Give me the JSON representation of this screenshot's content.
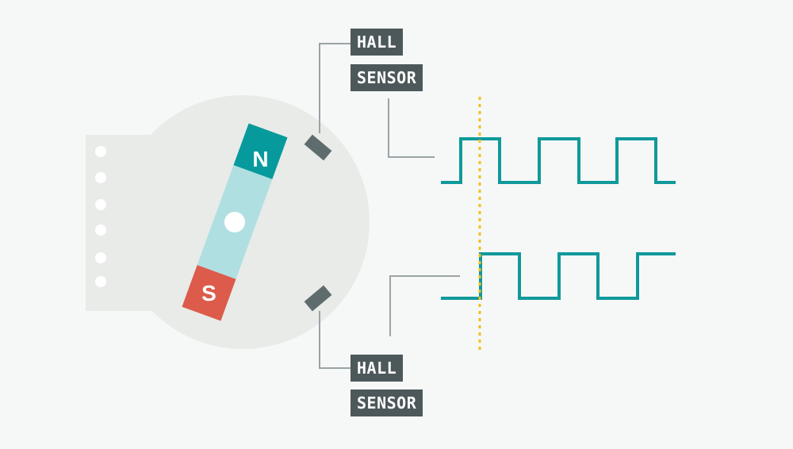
{
  "diagram": {
    "magnet": {
      "north_label": "N",
      "south_label": "S"
    },
    "sensor_top": {
      "line1": "HALL",
      "line2": "SENSOR"
    },
    "sensor_bottom": {
      "line1": "HALL",
      "line2": "SENSOR"
    },
    "colors": {
      "background": "#f6f7f7",
      "motor_body": "#e8ebe8",
      "north_pole": "#079a9c",
      "south_pole": "#dd5b4a",
      "magnet_middle": "#b0dfe2",
      "sensor": "#5f6c6e",
      "label_bg": "#4d585b",
      "signal_wave": "#10999b",
      "marker_line": "#f2c01b",
      "leader_line": "#9aa3a5"
    }
  }
}
